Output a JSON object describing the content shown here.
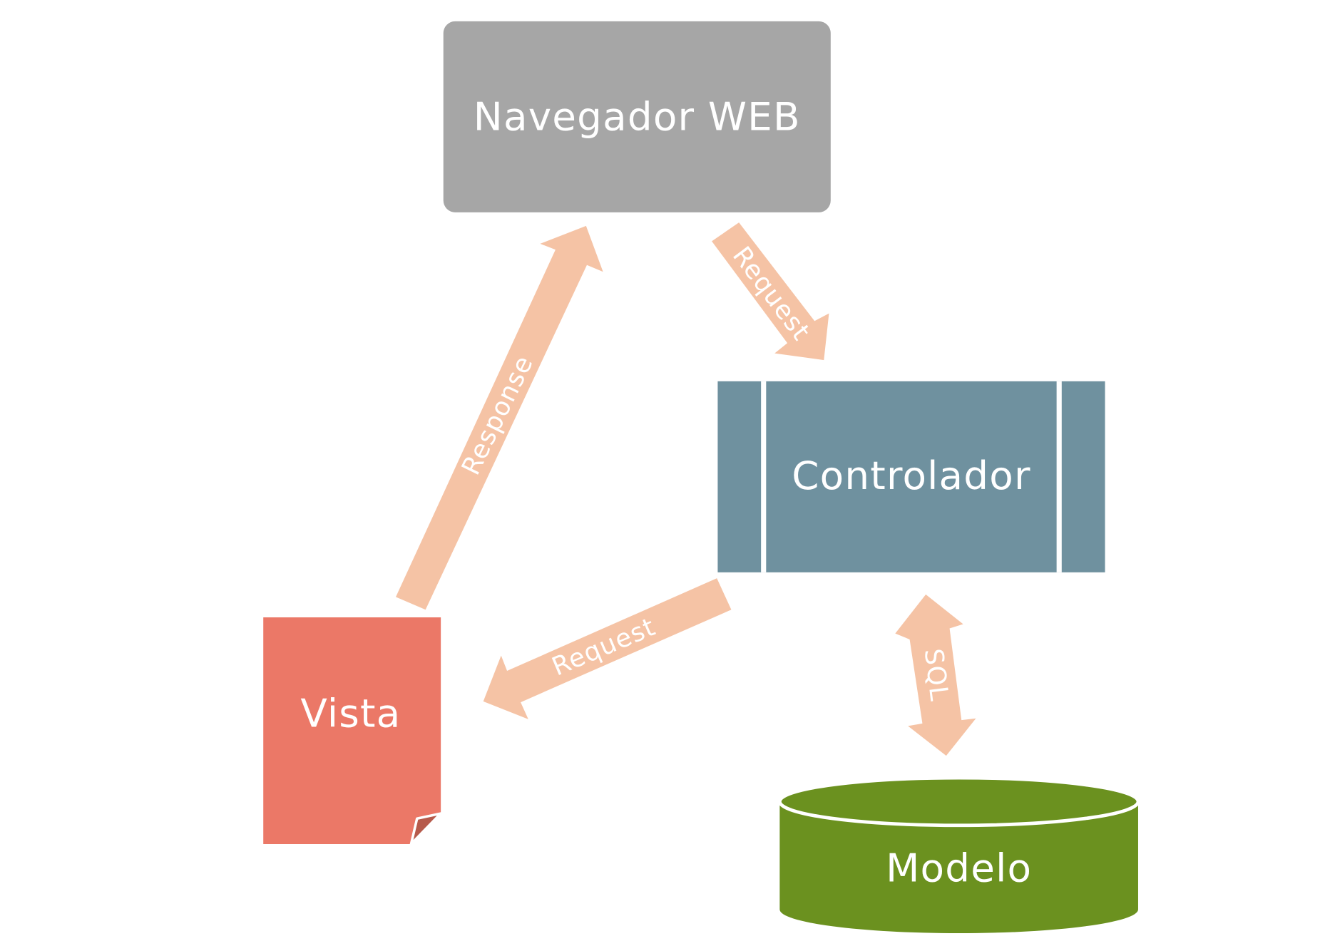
{
  "diagram": {
    "nodes": {
      "browser": {
        "label": "Navegador WEB",
        "color": "#a6a6a6"
      },
      "controller": {
        "label": "Controlador",
        "color": "#6f919f"
      },
      "view": {
        "label": "Vista",
        "color": "#eb7867"
      },
      "model": {
        "label": "Modelo",
        "color": "#6b911f"
      }
    },
    "edges": {
      "view_to_browser": {
        "label": "Response"
      },
      "browser_to_controller": {
        "label": "Request"
      },
      "controller_to_view": {
        "label": "Request"
      },
      "controller_model": {
        "label": "SQL",
        "bidirectional": true
      }
    },
    "arrow_color": "#f5c3a5",
    "text_color": "#ffffff"
  }
}
